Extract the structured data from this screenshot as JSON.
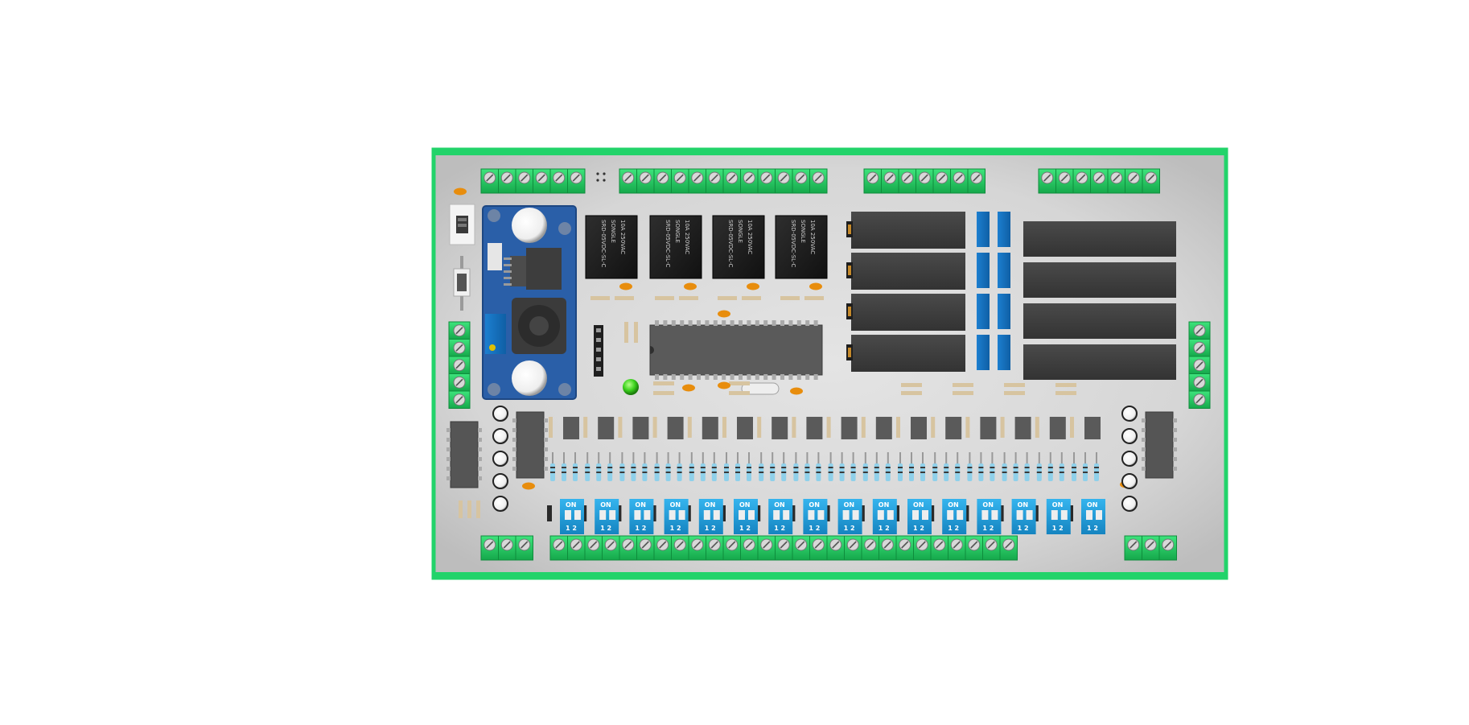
{
  "scene": {
    "background": "#ffffff",
    "board_color": "#d9d9d9",
    "frame_color": "#22d36a",
    "terminal_color": "#21c45e",
    "relay_color": "#1e1e1e",
    "module_color": "#2a5fa8",
    "dip_color": "#1f9bd6",
    "chip_color": "#555555",
    "led_color": "#3cd21e"
  },
  "relays": [
    {
      "brand": "SONGLE",
      "rating": "10A 250VAC",
      "model": "SRD-05VDC-SL-C"
    },
    {
      "brand": "SONGLE",
      "rating": "10A 250VAC",
      "model": "SRD-05VDC-SL-C"
    },
    {
      "brand": "SONGLE",
      "rating": "10A 250VAC",
      "model": "SRD-05VDC-SL-C"
    },
    {
      "brand": "SONGLE",
      "rating": "10A 250VAC",
      "model": "SRD-05VDC-SL-C"
    }
  ],
  "dip_switch": {
    "on_label": "ON",
    "pin_labels": "1 2",
    "count": 16
  }
}
